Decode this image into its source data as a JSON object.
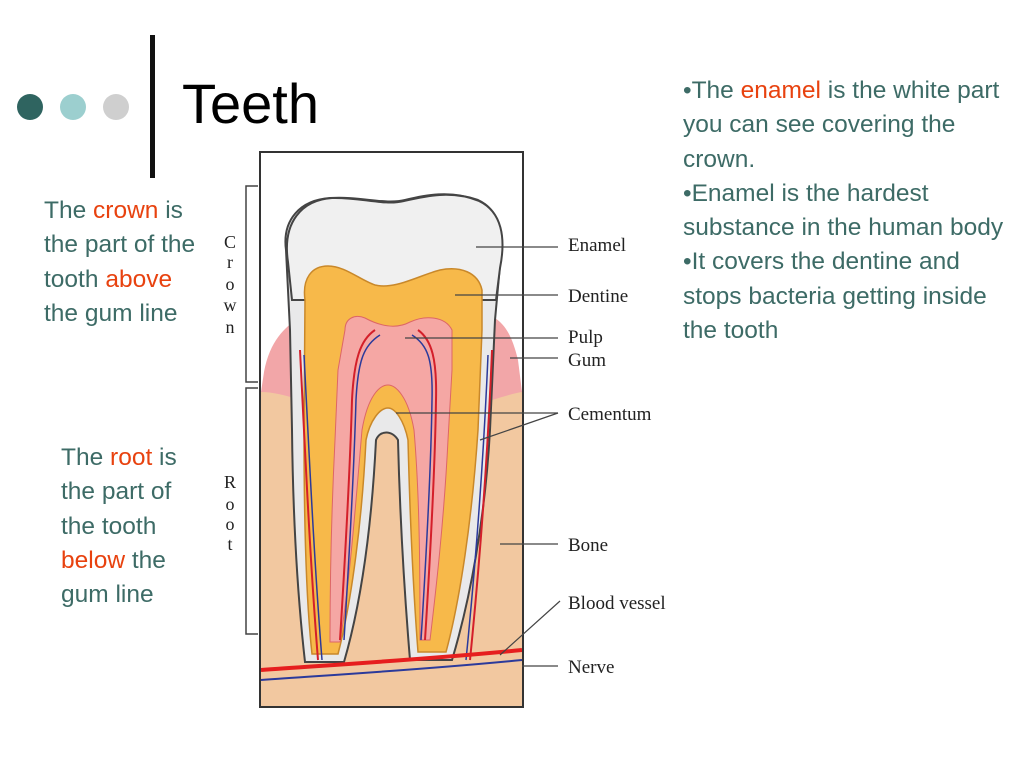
{
  "colors": {
    "accent": "#e8420f",
    "text": "#3d6b66",
    "dot1": "#2f6460",
    "dot2": "#9ccfcf",
    "dot3": "#cfcfcf"
  },
  "title": "Teeth",
  "crown_text": {
    "p1": "The ",
    "hl1": "crown",
    "p2": " is the part of the tooth ",
    "hl2": "above",
    "p3": " the gum line"
  },
  "root_text": {
    "p1": "The ",
    "hl1": "root",
    "p2": " is the part of the tooth ",
    "hl2": "below",
    "p3": " the gum line"
  },
  "bullets": {
    "b1_pre": "•The ",
    "b1_hl": "enamel",
    "b1_post": " is the white part you can see covering the crown.",
    "b2": "•Enamel is the hardest substance in the human body",
    "b3": "•It covers the dentine and stops bacteria getting inside the tooth"
  },
  "diagram": {
    "labels": {
      "enamel": "Enamel",
      "dentine": "Dentine",
      "pulp": "Pulp",
      "gum": "Gum",
      "cementum": "Cementum",
      "bone": "Bone",
      "blood_vessel": "Blood vessel",
      "nerve": "Nerve"
    },
    "crown_letters": [
      "C",
      "r",
      "o",
      "w",
      "n"
    ],
    "root_letters": [
      "R",
      "o",
      "o",
      "t"
    ]
  }
}
